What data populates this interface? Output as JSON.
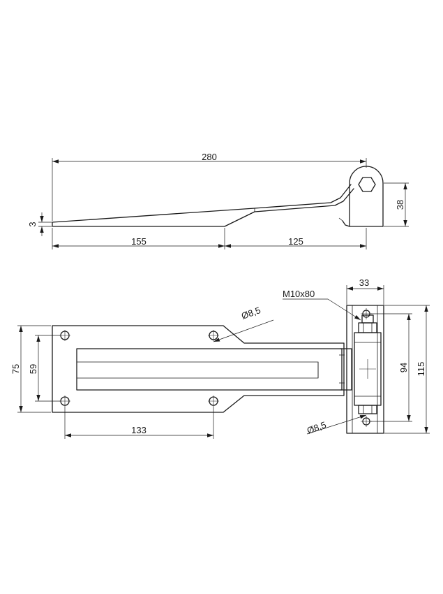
{
  "side_view": {
    "overall_length": "280",
    "plate_thickness": "3",
    "segment_left": "155",
    "segment_right": "125",
    "hinge_height": "38"
  },
  "top_view": {
    "plate_height": "75",
    "hole_spacing_vertical": "59",
    "hole_spacing_horizontal": "133",
    "hole_diameter_top": "Ø8,5",
    "hole_diameter_bottom": "Ø8,5",
    "bolt_spec": "M10x80",
    "hinge_width": "33",
    "hinge_hole_spacing": "94",
    "hinge_total_height": "115"
  }
}
